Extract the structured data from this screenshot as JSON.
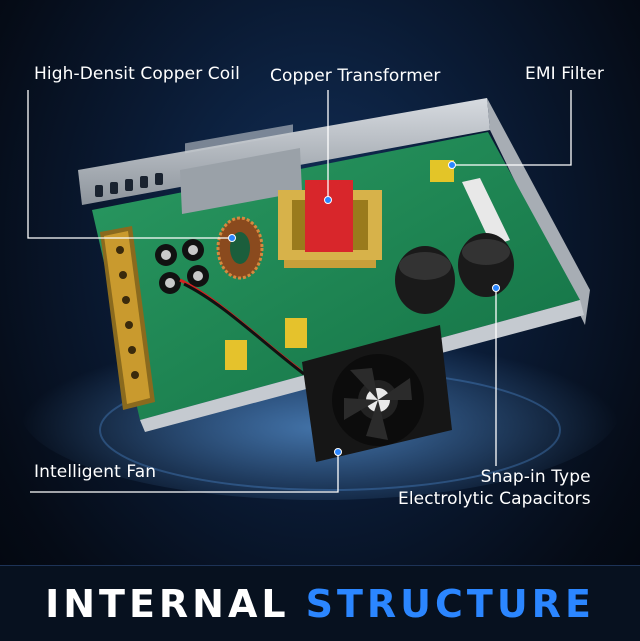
{
  "callouts": {
    "coil": "High-Densit Copper Coil",
    "transformer": "Copper Transformer",
    "emi": "EMI Filter",
    "fan": "Intelligent Fan",
    "capacitors_line1": "Snap-in Type",
    "capacitors_line2": "Electrolytic Capacitors"
  },
  "banner": {
    "word1": "INTERNAL",
    "word2": "STRUCTURE"
  },
  "colors": {
    "accent_blue": "#2b86ff",
    "pcb_green": "#1f8a55",
    "chassis_silver": "#b9bec4"
  },
  "icons": {
    "fan": "fan-icon",
    "dot_marker": "dot-marker"
  }
}
